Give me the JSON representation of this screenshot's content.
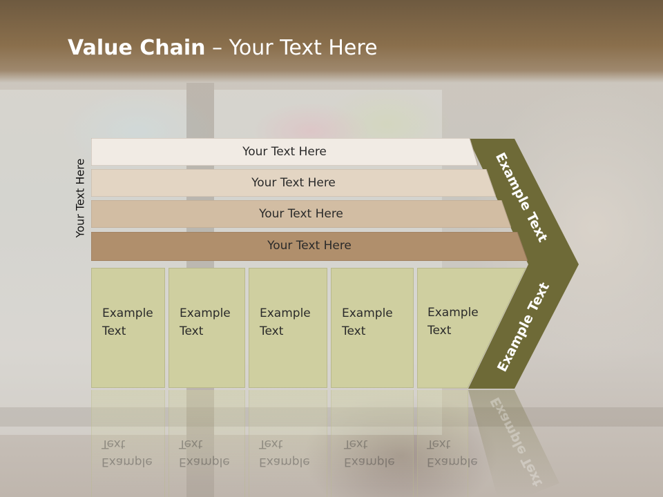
{
  "slide": {
    "title_bold": "Value Chain",
    "title_rest": " – Your Text Here"
  },
  "side_label": "Your Text Here",
  "support_activities": [
    "Your Text Here",
    "Your Text Here",
    "Your Text Here",
    "Your Text Here"
  ],
  "primary_activities": [
    {
      "line1": "Example",
      "line2": "Text"
    },
    {
      "line1": "Example",
      "line2": "Text"
    },
    {
      "line1": "Example",
      "line2": "Text"
    },
    {
      "line1": "Example",
      "line2": "Text"
    },
    {
      "line1": "Example",
      "line2": "Text"
    }
  ],
  "margin_labels": {
    "upper": "Example Text",
    "lower": "Example Text"
  },
  "colors": {
    "bar1": "#f1ebe4",
    "bar2": "#e3d5c3",
    "bar3": "#d2bda3",
    "bar4": "#b08f6c",
    "cell": "#cfcfa0",
    "chevron": "#6e6a37"
  }
}
